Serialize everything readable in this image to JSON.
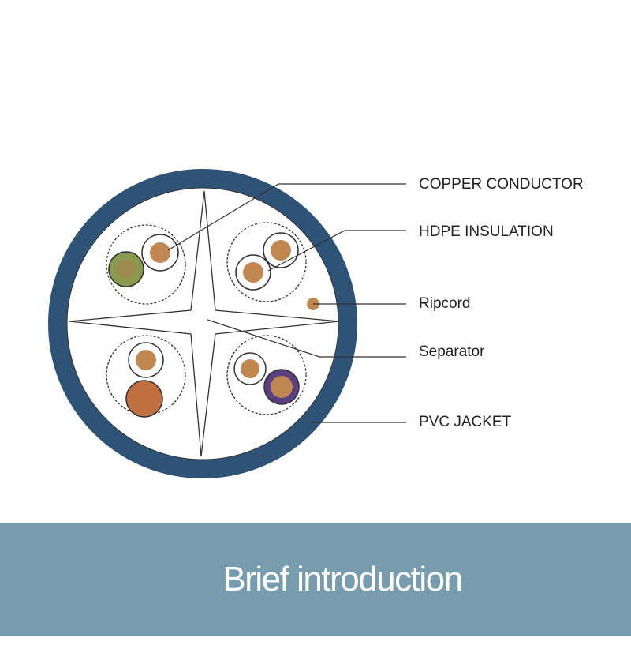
{
  "diagram": {
    "title": "Cable cross-section",
    "labels": {
      "copper_conductor": "COPPER CONDUCTOR",
      "hdpe_insulation": "HDPE INSULATION",
      "ripcord": "Ripcord",
      "separator": "Separator",
      "pvc_jacket": "PVC JACKET"
    },
    "colors": {
      "jacket": "#2e5377",
      "copper": "#c08850",
      "green_pair": "#8a9a4e",
      "orange_pair": "#c07040",
      "purple_pair": "#5a4080",
      "line": "#333333"
    }
  },
  "banner": {
    "title": "Brief introduction",
    "color": "#769cae"
  }
}
